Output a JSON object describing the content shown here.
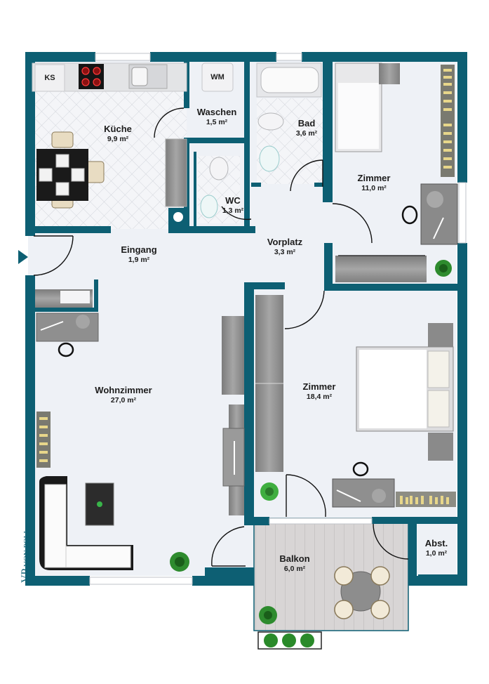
{
  "plan": {
    "colors": {
      "wall": "#0d5f73",
      "floor": "#eef1f6",
      "tile_floor": "#f3f4f7",
      "balcony_deck": "#d9d6d6",
      "furniture_gray": "#8f8f8f",
      "plant_green": "#2a8a2a",
      "door_line": "#111111"
    },
    "rooms": [
      {
        "id": "kueche",
        "name": "Küche",
        "area": "9,9 m²"
      },
      {
        "id": "waschen",
        "name": "Waschen",
        "area": "1,5 m²"
      },
      {
        "id": "bad",
        "name": "Bad",
        "area": "3,6 m²"
      },
      {
        "id": "zimmer1",
        "name": "Zimmer",
        "area": "11,0 m²"
      },
      {
        "id": "wc",
        "name": "WC",
        "area": "1,3 m²"
      },
      {
        "id": "eingang",
        "name": "Eingang",
        "area": "1,9 m²"
      },
      {
        "id": "vorplatz",
        "name": "Vorplatz",
        "area": "3,3 m²"
      },
      {
        "id": "wohnzimmer",
        "name": "Wohnzimmer",
        "area": "27,0 m²"
      },
      {
        "id": "zimmer2",
        "name": "Zimmer",
        "area": "18,4 m²"
      },
      {
        "id": "balkon",
        "name": "Balkon",
        "area": "6,0 m²"
      },
      {
        "id": "abst",
        "name": "Abst.",
        "area": "1,0 m²"
      }
    ],
    "appliance_tags": {
      "fridge": "KS",
      "washer": "WM"
    },
    "logo": {
      "mark": "VP",
      "text": "VON POLL",
      "sub": "IMMOBILIEN"
    }
  }
}
